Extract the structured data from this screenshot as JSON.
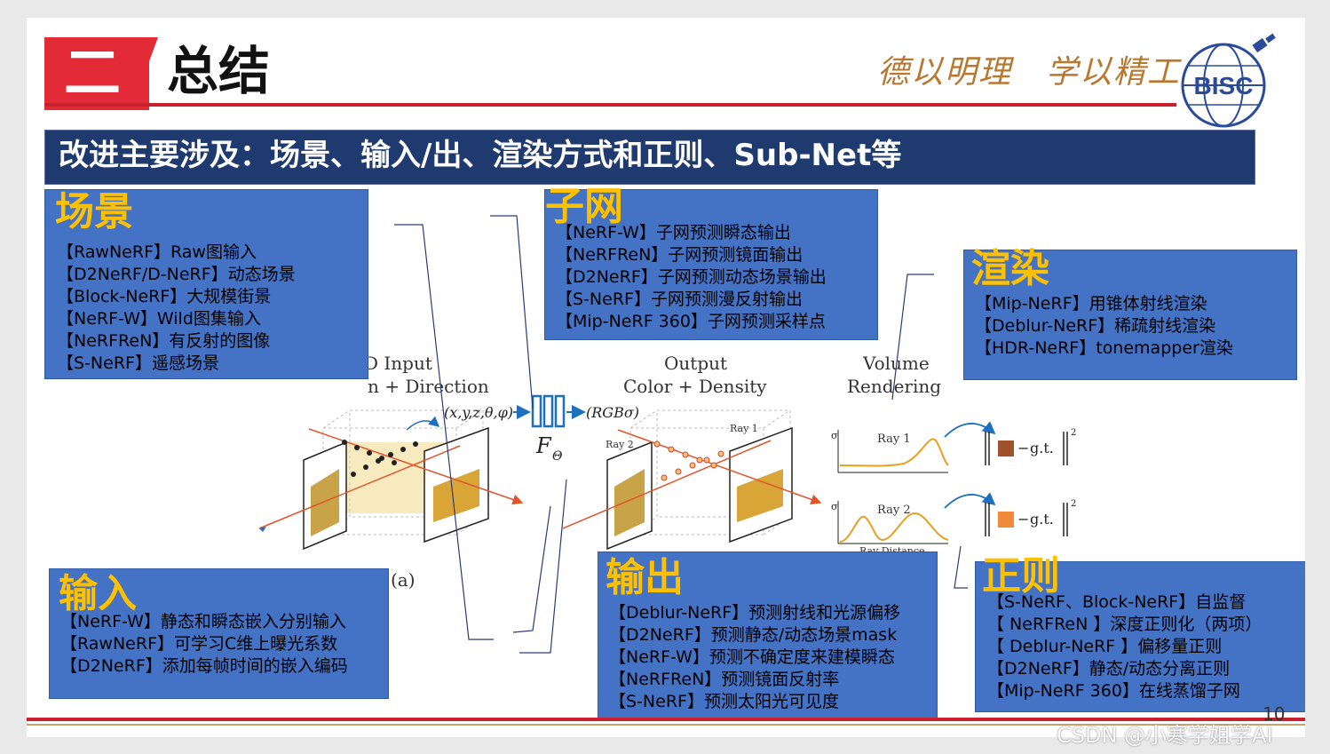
{
  "header": {
    "number": "二",
    "title": "总结",
    "motto": "德以明理　学以精工",
    "logo_text": "BISC"
  },
  "banner": {
    "text": "改进主要涉及：场景、输入/出、渲染方式和正则、Sub-Net等"
  },
  "boxes": {
    "scene": {
      "title": "场景",
      "items": [
        "【RawNeRF】Raw图输入",
        "【D2NeRF/D-NeRF】动态场景",
        "【Block-NeRF】大规模街景",
        "【NeRF-W】Wild图集输入",
        "【NeRFReN】有反射的图像",
        "【S-NeRF】遥感场景"
      ]
    },
    "subnet": {
      "title": "子网",
      "items": [
        "【NeRF-W】子网预测瞬态输出",
        "【NeRFReN】子网预测镜面输出",
        "【D2NeRF】子网预测动态场景输出",
        "【S-NeRF】子网预测漫反射输出",
        "【Mip-NeRF 360】子网预测采样点"
      ]
    },
    "render": {
      "title": "渲染",
      "items": [
        "【Mip-NeRF】用锥体射线渲染",
        "【Deblur-NeRF】稀疏射线渲染",
        "【HDR-NeRF】tonemapper渲染"
      ]
    },
    "input": {
      "title": "输入",
      "items": [
        "【NeRF-W】静态和瞬态嵌入分别输入",
        "【RawNeRF】可学习C维上曝光系数",
        "【D2NeRF】添加每帧时间的嵌入编码"
      ]
    },
    "output": {
      "title": "输出",
      "items": [
        "【Deblur-NeRF】预测射线和光源偏移",
        "【D2NeRF】预测静态/动态场景mask",
        "【NeRF-W】预测不确定度来建模瞬态",
        "【NeRFReN】预测镜面反射率",
        "【S-NeRF】预测太阳光可见度"
      ]
    },
    "regular": {
      "title": "正则",
      "items": [
        "【S-NeRF、Block-NeRF】自监督",
        "【 NeRFReN 】深度正则化（两项）",
        "【 Deblur-NeRF 】偏移量正则",
        "【D2NeRF】静态/动态分离正则",
        "【Mip-NeRF 360】在线蒸馏子网"
      ]
    }
  },
  "diagram": {
    "input_label_1": "D Input",
    "input_label_2": "n + Direction",
    "input_tuple": "(x,y,z,θ,φ)",
    "network_label": "F",
    "network_sub": "Θ",
    "output_tuple": "(RGBσ)",
    "output_label_1": "Output",
    "output_label_2": "Color + Density",
    "volume_label_1": "Volume",
    "volume_label_2": "Rendering",
    "ray1": "Ray 1",
    "ray2": "Ray 2",
    "ray_distance": "Ray Distance",
    "sigma": "σ",
    "gt": "g.t.",
    "sub_a": "(a)",
    "loss_exp": "2",
    "colors": {
      "ray1_patch": "#a0522d",
      "ray2_patch": "#f08a3a",
      "curve": "#e8a020",
      "arrow": "#1e6fc0"
    }
  },
  "footer": {
    "page_number": "10",
    "watermark": "CSDN @小寒学姐学AI"
  }
}
